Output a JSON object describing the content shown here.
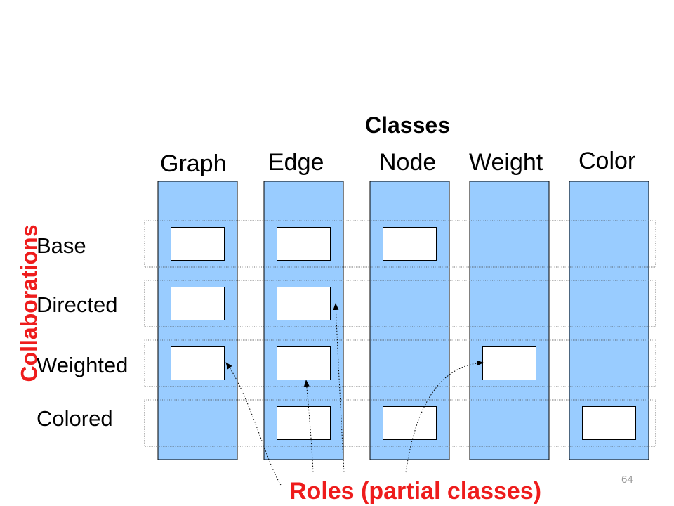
{
  "title": "Classes",
  "side_label": "Collaborations",
  "roles_label": "Roles (partial classes)",
  "page_number": "64",
  "classes": [
    "Graph",
    "Edge",
    "Node",
    "Weight",
    "Color"
  ],
  "collaborations": [
    "Base",
    "Directed",
    "Weighted",
    "Colored"
  ],
  "colors": {
    "column_fill": "#99ccff",
    "accent": "#ee1c1c",
    "role_fill": "#ffffff"
  },
  "roles": [
    {
      "class": "Graph",
      "collaboration": "Base"
    },
    {
      "class": "Edge",
      "collaboration": "Base"
    },
    {
      "class": "Node",
      "collaboration": "Base"
    },
    {
      "class": "Graph",
      "collaboration": "Directed"
    },
    {
      "class": "Edge",
      "collaboration": "Directed"
    },
    {
      "class": "Graph",
      "collaboration": "Weighted"
    },
    {
      "class": "Edge",
      "collaboration": "Weighted"
    },
    {
      "class": "Weight",
      "collaboration": "Weighted"
    },
    {
      "class": "Edge",
      "collaboration": "Colored"
    },
    {
      "class": "Node",
      "collaboration": "Colored"
    },
    {
      "class": "Color",
      "collaboration": "Colored"
    }
  ]
}
